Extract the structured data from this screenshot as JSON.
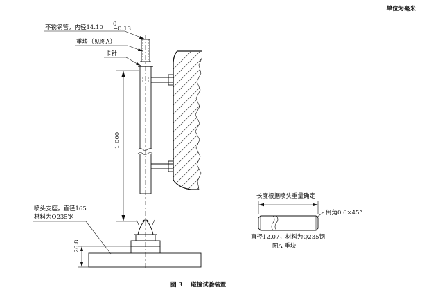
{
  "unit_note": "单位为毫米",
  "labels": {
    "tube": "不锈钢管，内径14.10",
    "tube_tol_upper": "0",
    "tube_tol_lower": "−0.13",
    "weight": "重块（见图A）",
    "pin": "卡针",
    "length": "1 000",
    "base_line1": "喷头支座，直径165",
    "base_line2": "材料为Q235钢",
    "base_height": "26.8"
  },
  "detail_a": {
    "length_note": "长度根据喷头重量确定",
    "chamfer": "倒角0.6×45°",
    "spec": "直径12.07，材料为Q235钢",
    "caption": "图A  重块"
  },
  "figure_caption": "图 3    碰撞试验装置"
}
